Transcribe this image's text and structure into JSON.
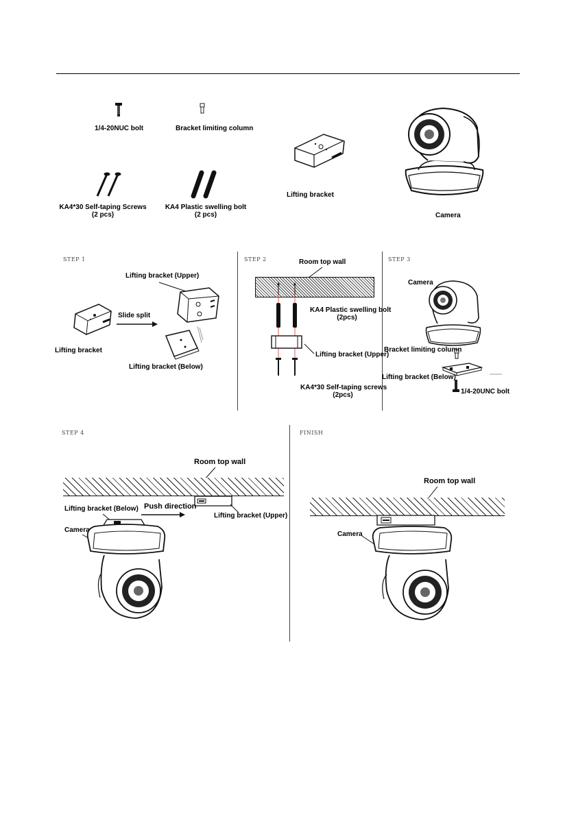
{
  "parts": {
    "bolt_label": "1/4-20NUC bolt",
    "limiting_column_label": "Bracket limiting column",
    "screws_label": "KA4*30 Self-taping Screws",
    "screws_qty": "(2 pcs)",
    "swelling_label": "KA4 Plastic swelling bolt",
    "swelling_qty": "(2 pcs)",
    "lifting_bracket_label": "Lifting bracket",
    "camera_label": "Camera"
  },
  "step1": {
    "title": "STEP 1",
    "upper_label": "Lifting bracket (Upper)",
    "slide_label": "Slide split",
    "bracket_label": "Lifting bracket",
    "below_label": "Lifting bracket (Below)"
  },
  "step2": {
    "title": "STEP 2",
    "wall_label": "Room top wall",
    "swelling_label": "KA4 Plastic swelling bolt",
    "swelling_qty": "(2pcs)",
    "upper_label": "Lifting bracket (Upper)",
    "screws_label": "KA4*30 Self-taping screws",
    "screws_qty": "(2pcs)"
  },
  "step3": {
    "title": "STEP 3",
    "camera_label": "Camera",
    "column_label": "Bracket limiting column",
    "below_label": "Lifting bracket (Below)",
    "bolt_label": "1/4-20UNC bolt"
  },
  "step4": {
    "title": "STEP 4",
    "wall_label": "Room top wall",
    "below_label": "Lifting bracket (Below)",
    "push_label": "Push direction",
    "upper_label": "Lifting bracket (Upper)",
    "camera_label": "Camera"
  },
  "finish": {
    "title": "FINISH",
    "wall_label": "Room top wall",
    "camera_label": "Camera"
  }
}
